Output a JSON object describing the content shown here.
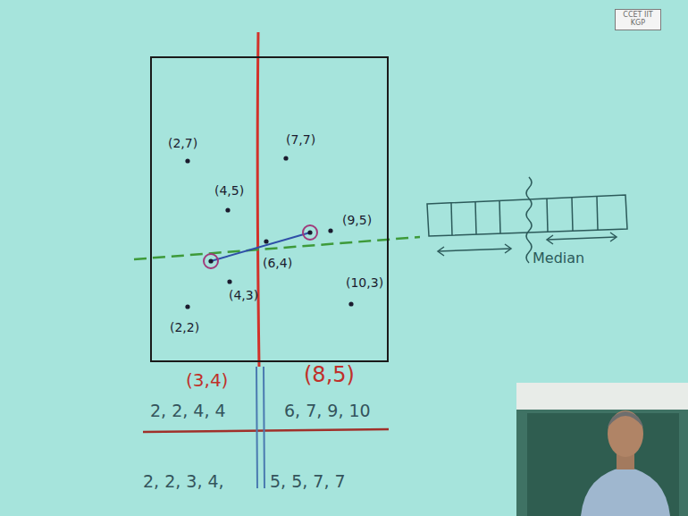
{
  "diagram": {
    "nodes": [
      {
        "text": [
          "(2,7)",
          "(7,7)",
          "(4,5)",
          "(9,5)",
          "(6,4)",
          "(4,3)",
          "(2,2)",
          "(10,3)"
        ]
      },
      {
        "text": [
          "CCET IIT KGP"
        ]
      }
    ],
    "labels": [
      "Median",
      "(3,4)",
      "(8,5)",
      "2, 2, 4, 4",
      "6, 7, 9, 10",
      "2, 2, 3, 4,",
      "5, 5, 7, 7"
    ]
  }
}
